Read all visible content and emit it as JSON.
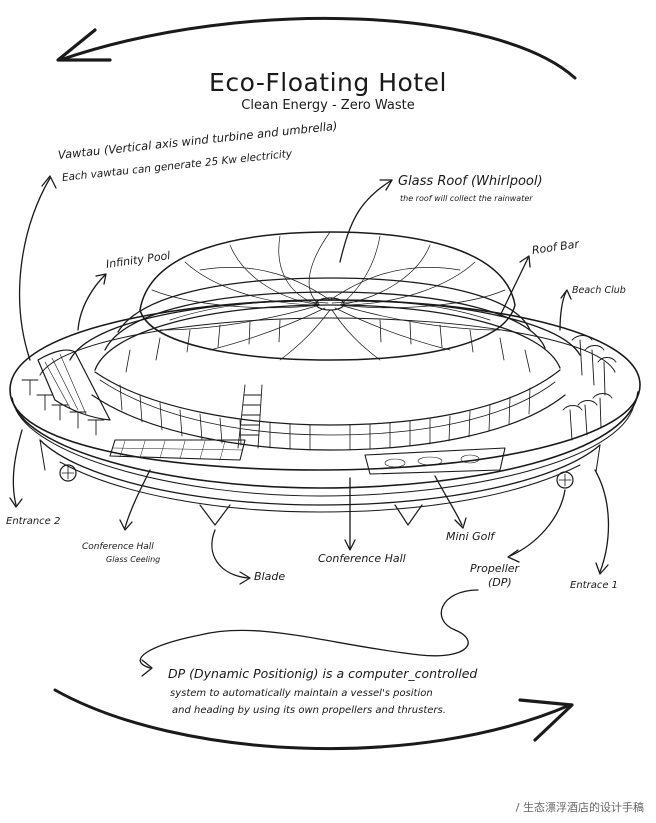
{
  "title": "Eco-Floating Hotel",
  "subtitle": "Clean Energy - Zero Waste",
  "labels": {
    "vawtau_line1": "Vawtau (Vertical axis wind turbine and umbrella)",
    "vawtau_line2": "Each vawtau can generate 25 Kw electricity",
    "glass_roof": "Glass Roof (Whirlpool)",
    "glass_roof_note": "the roof will collect the rainwater",
    "infinity_pool": "Infinity Pool",
    "roof_bar": "Roof Bar",
    "beach_club": "Beach Club",
    "entrance_2": "Entrance 2",
    "conference_hall_glass_1": "Conference Hall",
    "conference_hall_glass_2": "Glass Ceeling",
    "blade": "Blade",
    "conference_hall": "Conference Hall",
    "mini_golf": "Mini Golf",
    "propeller_1": "Propeller",
    "propeller_2": "(DP)",
    "entrance_1": "Entrace 1"
  },
  "dp_note": {
    "line1": "DP (Dynamic Positionig) is a computer_controlled",
    "line2": "system to automatically maintain a vessel's position",
    "line3": "and heading by using its own propellers and thrusters."
  },
  "watermark": "/ 生态漂浮酒店的设计手稿"
}
